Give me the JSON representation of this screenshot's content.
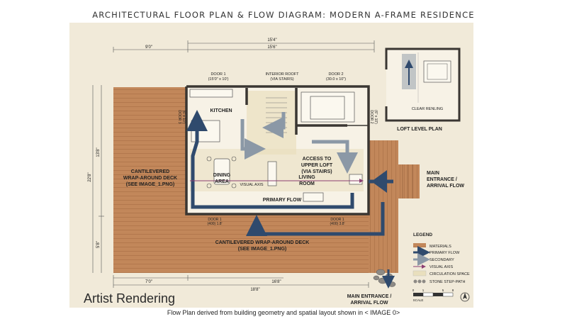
{
  "title": "ARCHITECTURAL FLOOR PLAN & FLOW DIAGRAM: MODERN A-FRAME RESIDENCE",
  "dimensions": {
    "top_outer": "15'4\"",
    "top_inner": "15'6\"",
    "top_left": "9'0\"",
    "left_upper": "13'8\"",
    "left_total": "22'8\"",
    "left_lower": "5'8\"",
    "bottom_left": "7'0\"",
    "bottom_mid": "16'8\"",
    "bottom_total": "18'8\""
  },
  "rooms": {
    "door1_top": "DOOR 1",
    "door1_top_size": "(15'0\" x 10')",
    "interior_roof": "INTERIOR ROOFT",
    "via_stairs": "(VIA STAIRS)",
    "door2_top": "DOOR 2",
    "door2_top_size": "(30.0 x 10\")",
    "door3": "DOOR 3",
    "door3_size": "(6' x 10')",
    "door2_side": "DOOR 2",
    "door2_side_size": "(6\" x 10')",
    "kitchen": "KITCHEN",
    "dining_1": "DINING",
    "dining_2": "AREA",
    "living_1": "LIVING",
    "living_2": "ROOM",
    "access_1": "ACCESS TO",
    "access_2": "UPPER LOFT",
    "access_3": "(VIA STAIRS)",
    "visual_axis": "VISUAL AXIS",
    "primary_flow": "PRIMARY FLOW",
    "door1_bl": "DOOR 1",
    "door1_bl_size": "(400) 1.8'",
    "door1_br": "DOOR 1",
    "door1_br_size": "(400) 3.8'"
  },
  "deck": {
    "left_1": "CANTILEVERED",
    "left_2": "WRAP-AROUND DECK",
    "left_3": "(SEE IMAGE_1.PNG)",
    "bottom_1": "CANTILEVERED WRAP-AROUND DECK",
    "bottom_2": "(SEE IMAGE_1.PNG)"
  },
  "entrance": {
    "right_1": "MAIN",
    "right_2": "ENTRANCE /",
    "right_3": "ARRIVAL FLOW",
    "bottom_1": "MAIN ENTRANCE /",
    "bottom_2": "ARRIVAL FLOW"
  },
  "loft": {
    "clear": "CLEAR RENLING",
    "title": "LOFT LEVEL PLAN"
  },
  "legend": {
    "title": "LEGEND",
    "items": [
      "MATERIALS",
      "PRIMARY FLOW",
      "SECONDARY",
      "VISUAL AXIS",
      "CIRCULATION SPACE",
      "STONE STEP-PATH"
    ]
  },
  "scale": {
    "label": "SCALE",
    "t0": "0",
    "t1": "1",
    "t2": "5",
    "t3": "8"
  },
  "artist_rendering": "Artist Rendering",
  "caption": "Flow Plan derived from building geometry and spatial layout shown in < IMAGE 0>",
  "colors": {
    "paper": "#f1ead9",
    "deck": "#c2875a",
    "wall": "#3a3632",
    "primary_flow": "#2f4a6d",
    "secondary_flow": "#8b98a6",
    "visual_axis": "#8c3f72",
    "circulation": "#e9dfbd"
  }
}
